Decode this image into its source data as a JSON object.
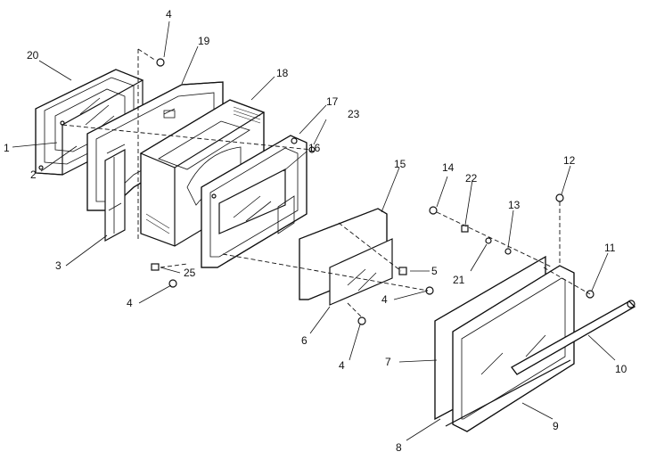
{
  "diagram": {
    "callouts": [
      {
        "id": "c20",
        "text": "20"
      },
      {
        "id": "c4a",
        "text": "4"
      },
      {
        "id": "c19",
        "text": "19"
      },
      {
        "id": "c18",
        "text": "18"
      },
      {
        "id": "c17",
        "text": "17"
      },
      {
        "id": "c23",
        "text": "23"
      },
      {
        "id": "c16",
        "text": "16"
      },
      {
        "id": "c1",
        "text": "1"
      },
      {
        "id": "c2",
        "text": "2"
      },
      {
        "id": "c3",
        "text": "3"
      },
      {
        "id": "c25",
        "text": "25"
      },
      {
        "id": "c4b",
        "text": "4"
      },
      {
        "id": "c15",
        "text": "15"
      },
      {
        "id": "c14",
        "text": "14"
      },
      {
        "id": "c22",
        "text": "22"
      },
      {
        "id": "c12",
        "text": "12"
      },
      {
        "id": "c13",
        "text": "13"
      },
      {
        "id": "c5",
        "text": "5"
      },
      {
        "id": "c4c",
        "text": "4"
      },
      {
        "id": "c21",
        "text": "21"
      },
      {
        "id": "c11",
        "text": "11"
      },
      {
        "id": "c6",
        "text": "6"
      },
      {
        "id": "c4d",
        "text": "4"
      },
      {
        "id": "c7",
        "text": "7"
      },
      {
        "id": "c10",
        "text": "10"
      },
      {
        "id": "c9",
        "text": "9"
      },
      {
        "id": "c8",
        "text": "8"
      }
    ]
  }
}
